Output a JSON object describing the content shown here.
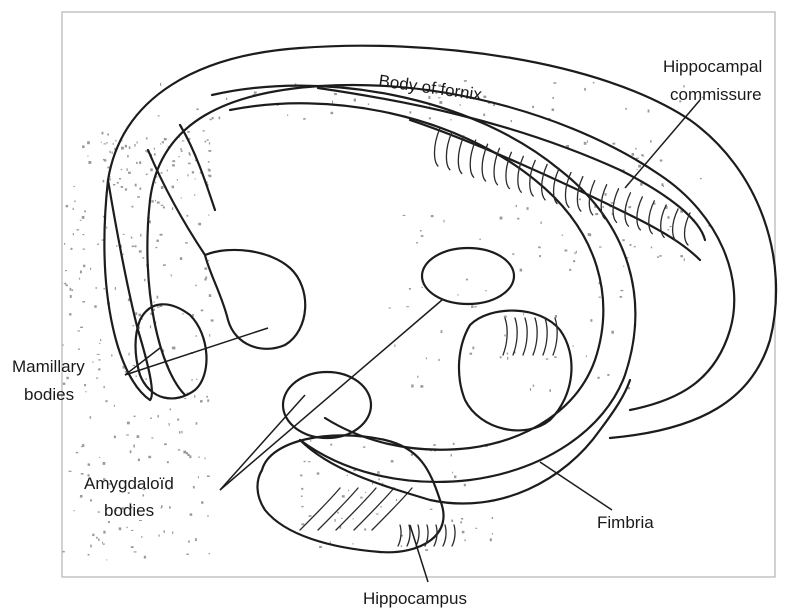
{
  "diagram": {
    "labels": {
      "body_of_fornix": "Body of fornix",
      "hippocampal_commissure_line1": "Hippocampal",
      "hippocampal_commissure_line2": "commissure",
      "mamillary_line1": "Mamillary",
      "mamillary_line2": "bodies",
      "amygdaloid_line1": "Amygdaloïd",
      "amygdaloid_line2": "bodies",
      "fimbria": "Fimbria",
      "hippocampus": "Hippocampus"
    },
    "colors": {
      "outline": "#1c1c1c",
      "background": "#ffffff",
      "frame": "#b5b5b5",
      "stipple": "#9a9a9a"
    }
  }
}
